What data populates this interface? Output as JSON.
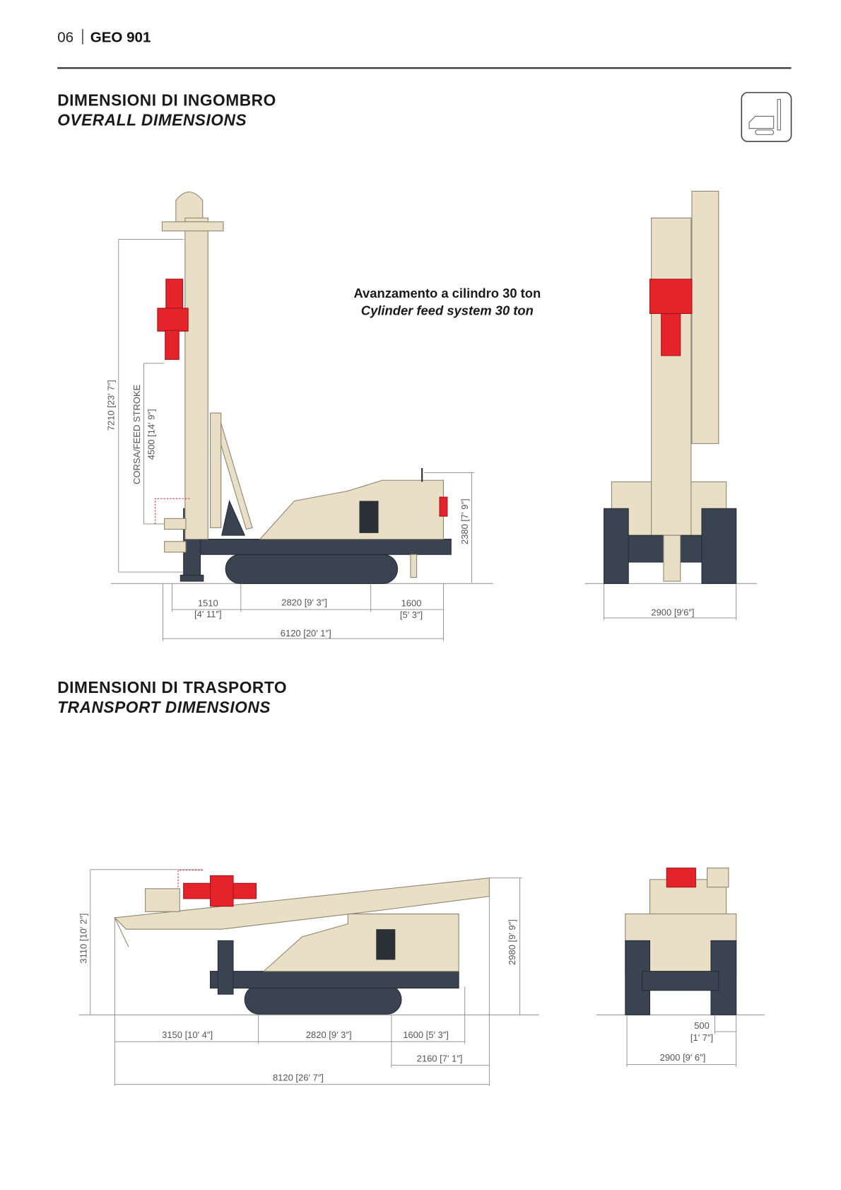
{
  "header": {
    "page_number": "06",
    "model": "GEO 901"
  },
  "section_overall": {
    "title_it": "DIMENSIONI DI INGOMBRO",
    "title_en": "OVERALL DIMENSIONS",
    "icon": "drill-rig-icon",
    "caption_it": "Avanzamento a cilindro 30 ton",
    "caption_en": "Cylinder feed system 30 ton",
    "side_view": {
      "height_total": "7210 [23′ 7″]",
      "feed_stroke_label": "CORSA/FEED STROKE",
      "feed_stroke": "4500 [14′ 9″]",
      "height_rear": "2380 [7′ 9″]",
      "front_overhang": "1510",
      "front_overhang_imperial": "[4′ 11″]",
      "track_length": "2820 [9′ 3″]",
      "rear_overhang": "1600",
      "rear_overhang_imperial": "[5′ 3″]",
      "total_length": "6120  [20′ 1″]"
    },
    "front_view": {
      "width": "2900 [9′6″]"
    }
  },
  "section_transport": {
    "title_it": "DIMENSIONI DI TRASPORTO",
    "title_en": "TRANSPORT DIMENSIONS",
    "side_view": {
      "height_total": "3110 [10′ 2″]",
      "height_rear": "2980 [9′ 9″]",
      "front_overhang": "3150 [10′ 4″]",
      "track_length": "2820 [9′ 3″]",
      "rear_overhang": "1600 [5′ 3″]",
      "rear_mast_overhang": "2160 [7′ 1″]",
      "total_length": "8120 [26′ 7″]"
    },
    "front_view": {
      "offset": "500",
      "offset_imperial": "[1′ 7″]",
      "width": "2900 [9′ 6″]"
    }
  },
  "colors": {
    "machine_body": "#e9dfc6",
    "undercarriage": "#3b4350",
    "drill_head": "#e5232b"
  }
}
